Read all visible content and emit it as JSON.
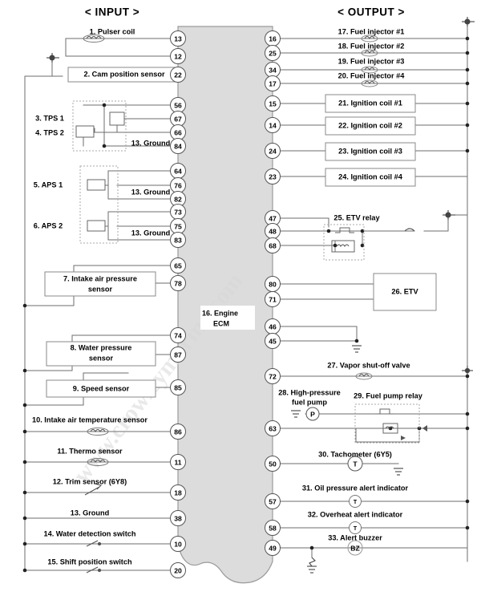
{
  "headers": {
    "input": "< INPUT >",
    "output": "< OUTPUT >"
  },
  "ecm": {
    "label_line1": "16. Engine",
    "label_line2": "ECM",
    "fill": "#dcdcdc",
    "stroke": "#9a9a9a"
  },
  "watermark": "www.crowleymarine.com",
  "colors": {
    "wire": "#6e6e6e",
    "text": "#111111",
    "box_stroke": "#8a8a8a",
    "dash": "#a9a9a9"
  },
  "ground_label": "13. Ground",
  "input_items": [
    {
      "n": 1,
      "label": "1. Pulser coil",
      "pins": [
        "13",
        "12"
      ]
    },
    {
      "n": 2,
      "label": "2. Cam position sensor",
      "pins": [
        "22"
      ]
    },
    {
      "n": 3,
      "label": "3. TPS 1",
      "pins": [
        "56",
        "67"
      ]
    },
    {
      "n": 4,
      "label": "4. TPS 2",
      "pins": [
        "66",
        "84"
      ]
    },
    {
      "n": 5,
      "label": "5. APS 1",
      "pins": [
        "64",
        "76",
        "82"
      ]
    },
    {
      "n": 6,
      "label": "6. APS 2",
      "pins": [
        "73",
        "75",
        "83"
      ]
    },
    {
      "n": 7,
      "label": "7. Intake air pressure sensor",
      "pins": [
        "65",
        "78"
      ]
    },
    {
      "n": 8,
      "label": "8. Water pressure sensor",
      "pins": [
        "74",
        "87"
      ]
    },
    {
      "n": 9,
      "label": "9. Speed sensor",
      "pins": [
        "85"
      ]
    },
    {
      "n": 10,
      "label": "10. Intake air temperature sensor",
      "pins": [
        "86"
      ]
    },
    {
      "n": 11,
      "label": "11. Thermo sensor",
      "pins": [
        "11"
      ]
    },
    {
      "n": 12,
      "label": "12. Trim sensor (6Y8)",
      "pins": [
        "18"
      ]
    },
    {
      "n": 13,
      "label": "13. Ground",
      "pins": [
        "38"
      ]
    },
    {
      "n": 14,
      "label": "14. Water detection switch",
      "pins": [
        "10"
      ]
    },
    {
      "n": 15,
      "label": "15. Shift position switch",
      "pins": [
        "20"
      ]
    }
  ],
  "output_items": [
    {
      "n": 17,
      "label": "17. Fuel injector #1",
      "pins": [
        "16"
      ]
    },
    {
      "n": 18,
      "label": "18. Fuel injector #2",
      "pins": [
        "25"
      ]
    },
    {
      "n": 19,
      "label": "19. Fuel injector #3",
      "pins": [
        "34"
      ]
    },
    {
      "n": 20,
      "label": "20. Fuel injector #4",
      "pins": [
        "17"
      ]
    },
    {
      "n": 21,
      "label": "21. Ignition coil #1",
      "pins": [
        "15"
      ]
    },
    {
      "n": 22,
      "label": "22. Ignition coil #2",
      "pins": [
        "14"
      ]
    },
    {
      "n": 23,
      "label": "23. Ignition coil #3",
      "pins": [
        "24"
      ]
    },
    {
      "n": 24,
      "label": "24. Ignition coil #4",
      "pins": [
        "23"
      ]
    },
    {
      "n": 25,
      "label": "25. ETV relay",
      "pins": [
        "47",
        "48",
        "68"
      ]
    },
    {
      "n": 26,
      "label": "26. ETV",
      "pins": [
        "80",
        "71"
      ]
    },
    {
      "n": 27,
      "label": "27. Vapor shut-off valve",
      "pins": [
        "72"
      ]
    },
    {
      "n": 28,
      "label": "28. High-pressure",
      "label2": "fuel pump",
      "pins": [
        "63"
      ]
    },
    {
      "n": 29,
      "label": "29. Fuel pump relay",
      "pins": []
    },
    {
      "n": 30,
      "label": "30. Tachometer (6Y5)",
      "pins": [
        "50"
      ]
    },
    {
      "n": 31,
      "label": "31. Oil pressure alert indicator",
      "pins": [
        "57"
      ]
    },
    {
      "n": 32,
      "label": "32. Overheat alert indicator",
      "pins": [
        "58"
      ]
    },
    {
      "n": 33,
      "label": "33. Alert buzzer",
      "pins": [
        "49"
      ]
    }
  ],
  "unassigned_pins": [
    "46",
    "45"
  ],
  "symbols": {
    "pump": "P",
    "tacho": "T",
    "oil": "T",
    "heat": "T",
    "buzzer": "BZ"
  }
}
